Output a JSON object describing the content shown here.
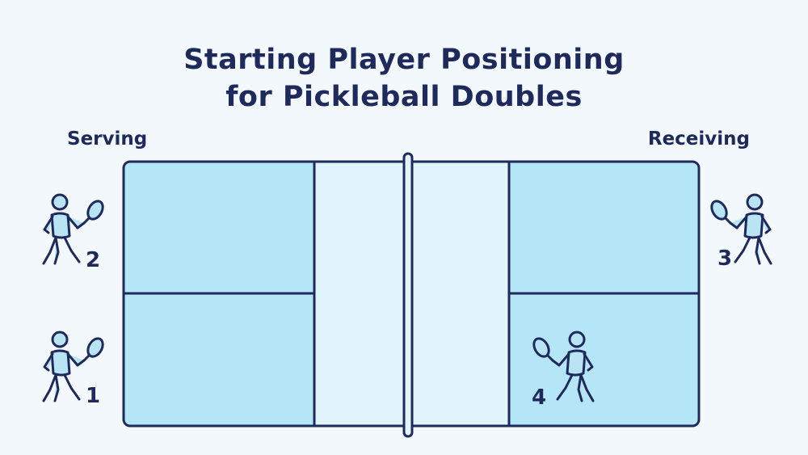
{
  "title": {
    "line1": "Starting Player Positioning",
    "line2": "for Pickleball Doubles"
  },
  "labels": {
    "serving": "Serving",
    "receiving": "Receiving"
  },
  "players": {
    "p1": "1",
    "p2": "2",
    "p3": "3",
    "p4": "4"
  },
  "colors": {
    "court_service_box": "#b5e6f8",
    "kitchen": "#dff4fb",
    "outline": "#1f2a5c",
    "player_fill": "#b8e4f4",
    "background": "#f3f8fc"
  }
}
